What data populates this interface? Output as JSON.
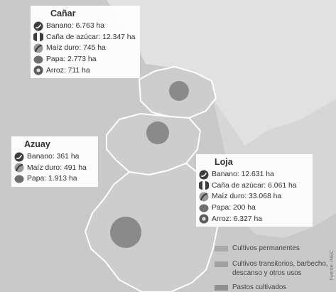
{
  "map": {
    "colors": {
      "background": "#c9c9c9",
      "neighbors": "#b5b5b5",
      "ocean_region": "#e1e1e1",
      "province": "#cdcdcd",
      "province_border": "#ffffff",
      "circle": "#8a8a8a",
      "circle_highlight": "#b0b0b0"
    }
  },
  "panels": {
    "canar": {
      "title": "Cañar",
      "items": [
        {
          "icon": "banana-icon",
          "text": "Banano: 6.763 ha"
        },
        {
          "icon": "sugarcane-icon",
          "text": "Caña de azúcar: 12.347 ha"
        },
        {
          "icon": "corn-icon",
          "text": "Maíz duro: 745 ha"
        },
        {
          "icon": "potato-icon",
          "text": "Papa: 2.773 ha"
        },
        {
          "icon": "rice-icon",
          "text": "Arroz: 711 ha"
        }
      ]
    },
    "azuay": {
      "title": "Azuay",
      "items": [
        {
          "icon": "banana-icon",
          "text": "Banano: 361 ha"
        },
        {
          "icon": "corn-icon",
          "text": "Maíz duro: 491 ha"
        },
        {
          "icon": "potato-icon",
          "text": "Papa: 1.913 ha"
        }
      ]
    },
    "loja": {
      "title": "Loja",
      "items": [
        {
          "icon": "banana-icon",
          "text": "Banano: 12.631 ha"
        },
        {
          "icon": "sugarcane-icon",
          "text": "Caña de azúcar: 6.061 ha"
        },
        {
          "icon": "corn-icon",
          "text": "Maíz duro: 33.068 ha"
        },
        {
          "icon": "potato-icon",
          "text": "Papa: 200 ha"
        },
        {
          "icon": "rice-icon",
          "text": "Arroz: 6.327 ha"
        }
      ]
    }
  },
  "legend": [
    {
      "label": "Cultivos permanentes",
      "color": "#a9a9a9"
    },
    {
      "label": "Cultivos transitorios, barbecho, descanso y otros usos",
      "color": "#a0a0a0"
    },
    {
      "label": "Pastos cultivados",
      "color": "#8f8f8f"
    }
  ],
  "credit": "Fuente: INEC"
}
